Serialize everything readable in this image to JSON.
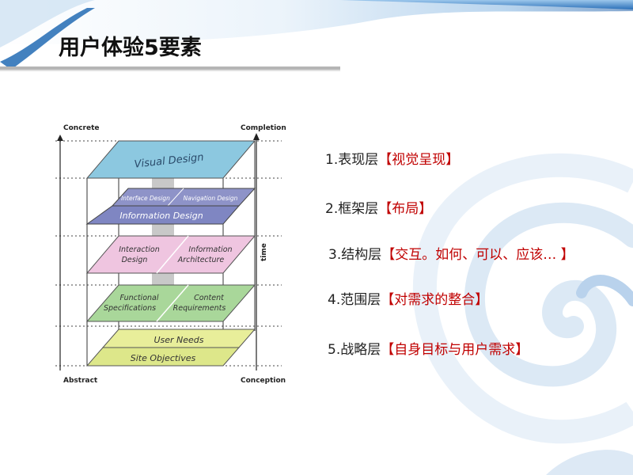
{
  "slide": {
    "title": "用户体验5要素"
  },
  "diagram": {
    "top_left_label": "Concrete",
    "top_right_label": "Completion",
    "bottom_left_label": "Abstract",
    "bottom_right_label": "Conception",
    "time_label": "time",
    "planes": {
      "visual": "Visual Design",
      "interface": "Interface Design",
      "navigation": "Navigation Design",
      "information_design": "Information Design",
      "interaction_1": "Interaction",
      "interaction_2": "Design",
      "info_arch_1": "Information",
      "info_arch_2": "Architecture",
      "functional_1": "Functional",
      "functional_2": "Specifications",
      "content_1": "Content",
      "content_2": "Requirements",
      "user_needs": "User Needs",
      "site_objectives": "Site Objectives"
    }
  },
  "layers": [
    {
      "label": "1.表现层",
      "highlight": "【视觉呈现】"
    },
    {
      "label": "2.框架层",
      "highlight": "【布局】"
    },
    {
      "label": "3.结构层",
      "highlight": "【交互。如何、可以、应该… 】"
    },
    {
      "label": "4.范围层",
      "highlight": "【对需求的整合】"
    },
    {
      "label": "5.战略层",
      "highlight": "【自身目标与用户需求】"
    }
  ],
  "colors": {
    "highlight": "#c00000",
    "header_blue": "#1d5ea8"
  }
}
